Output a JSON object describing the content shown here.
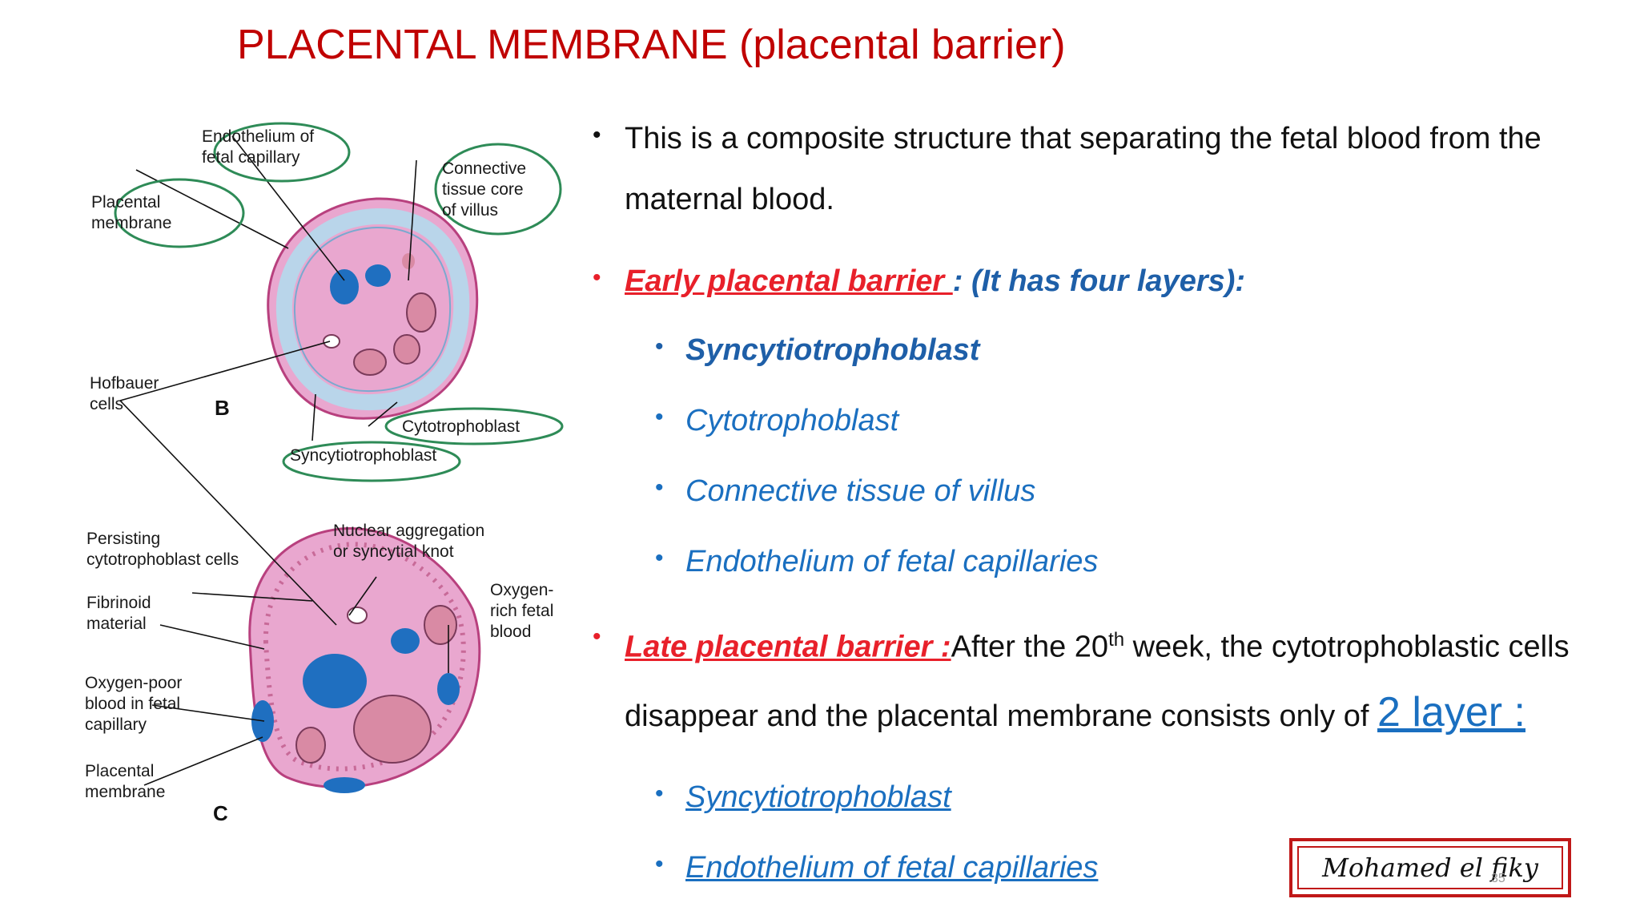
{
  "slide": {
    "title": "PLACENTAL MEMBRANE (placental barrier)",
    "page_number": "35",
    "signature": "Mohamed el fiky"
  },
  "figure": {
    "labels": {
      "endothelium": "Endothelium of\nfetal capillary",
      "connective": "Connective\ntissue core\nof villus",
      "placental_membrane_b": "Placental\nmembrane",
      "hofbauer": "Hofbauer\ncells",
      "letter_b": "B",
      "cytotrophoblast": "Cytotrophoblast",
      "syncytiotrophoblast": "Syncytiotrophoblast",
      "persisting": "Persisting\ncytotrophoblast cells",
      "nuclear": "Nuclear aggregation\nor syncytial knot",
      "oxygen_rich": "Oxygen-\nrich fetal\nblood",
      "fibrinoid": "Fibrinoid\nmaterial",
      "oxygen_poor": "Oxygen-poor\nblood in fetal\ncapillary",
      "placental_membrane_c": "Placental\nmembrane",
      "letter_c": "C"
    },
    "colors": {
      "circle": "#2e8b57",
      "tissue": "#e9a7cf",
      "capillary": "#1f6fc0",
      "cyto": "#b9d5ea"
    }
  },
  "content": {
    "intro_line1": "This is a composite structure that separating the fetal blood from the",
    "intro_line2": "maternal blood.",
    "early_label": "Early placental barrier ",
    "early_rest": ": (It has four layers):",
    "early_items": [
      "Syncytiotrophoblast",
      "Cytotrophoblast",
      "Connective tissue of villus",
      "Endothelium of fetal capillaries"
    ],
    "late_label": "Late placental barrier :",
    "late_text_a": "After the 20",
    "late_sup": "th",
    "late_text_b": " week, the cytotrophoblastic cells",
    "late_line2": "disappear and the placental membrane consists only of",
    "late_layers": " 2 layer :",
    "late_items": [
      "Syncytiotrophoblast",
      "Endothelium of fetal capillaries"
    ]
  }
}
